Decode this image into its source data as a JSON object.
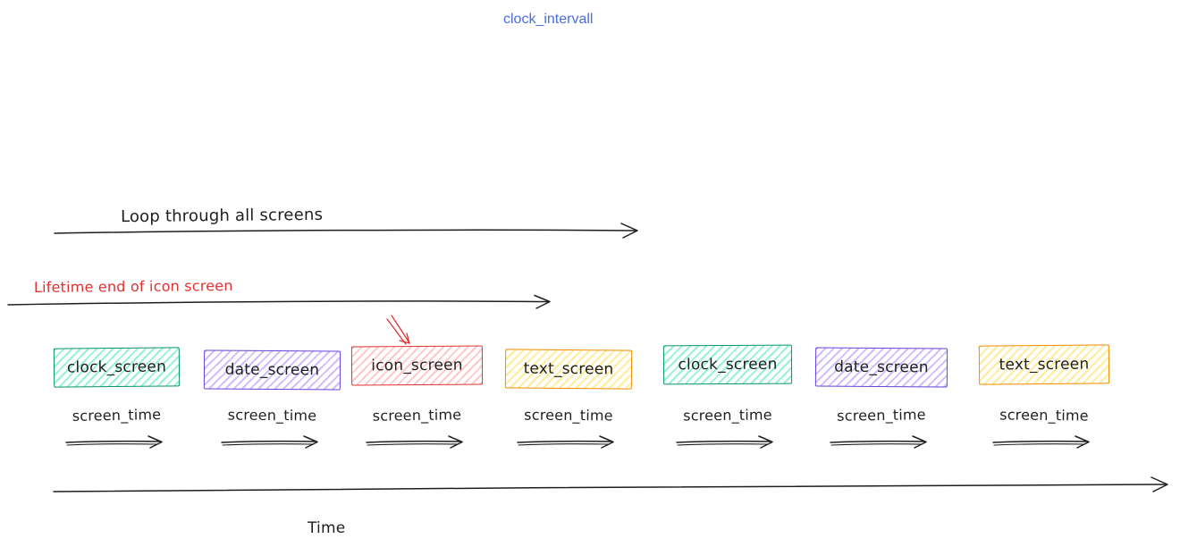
{
  "title": {
    "text": "clock_intervall",
    "color": "#4a6ee0"
  },
  "loop_arrow": {
    "label": "Loop through all screens"
  },
  "lifetime_arrow": {
    "label": "Lifetime end of icon screen",
    "label_color": "#e03131"
  },
  "time_axis": {
    "label": "Time"
  },
  "screen_time_label": "screen_time",
  "screens": [
    {
      "label": "clock_screen",
      "fill": "#96f2d7",
      "stroke": "#099268"
    },
    {
      "label": "date_screen",
      "fill": "#d0bfff",
      "stroke": "#6741d9"
    },
    {
      "label": "icon_screen",
      "fill": "#ffc9c9",
      "stroke": "#e03131"
    },
    {
      "label": "text_screen",
      "fill": "#ffec99",
      "stroke": "#f08c00"
    },
    {
      "label": "clock_screen",
      "fill": "#96f2d7",
      "stroke": "#099268"
    },
    {
      "label": "date_screen",
      "fill": "#d0bfff",
      "stroke": "#6741d9"
    },
    {
      "label": "text_screen",
      "fill": "#ffec99",
      "stroke": "#f08c00"
    }
  ],
  "colors": {
    "ink": "#1e1e1e",
    "pointer": "#e03131"
  }
}
